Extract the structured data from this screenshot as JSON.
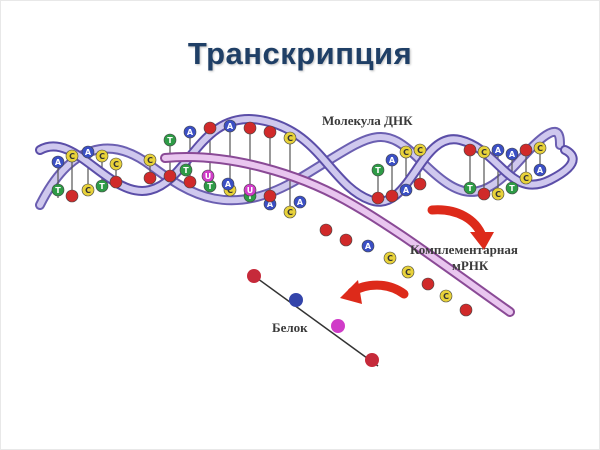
{
  "title": "Транскрипция",
  "labels": {
    "dna": "Молекула ДНК",
    "mrna_line1": "Комплементарная",
    "mrna_line2": "мРНК",
    "protein": "Белок"
  },
  "colors": {
    "title": "#1f3f66",
    "strand_fill": "#cfc8ee",
    "strand_edge": "#5b4ea8",
    "mrna_fill": "#e9c6ef",
    "mrna_edge": "#8a4a96",
    "arrow": "#dd2a1a",
    "base_A": "#3b4fc4",
    "base_T": "#2e9b46",
    "base_G": "#d02a2a",
    "base_C": "#e8d23a",
    "base_U": "#d03cc8"
  },
  "icons": [
    "curved-arrow-icon"
  ]
}
